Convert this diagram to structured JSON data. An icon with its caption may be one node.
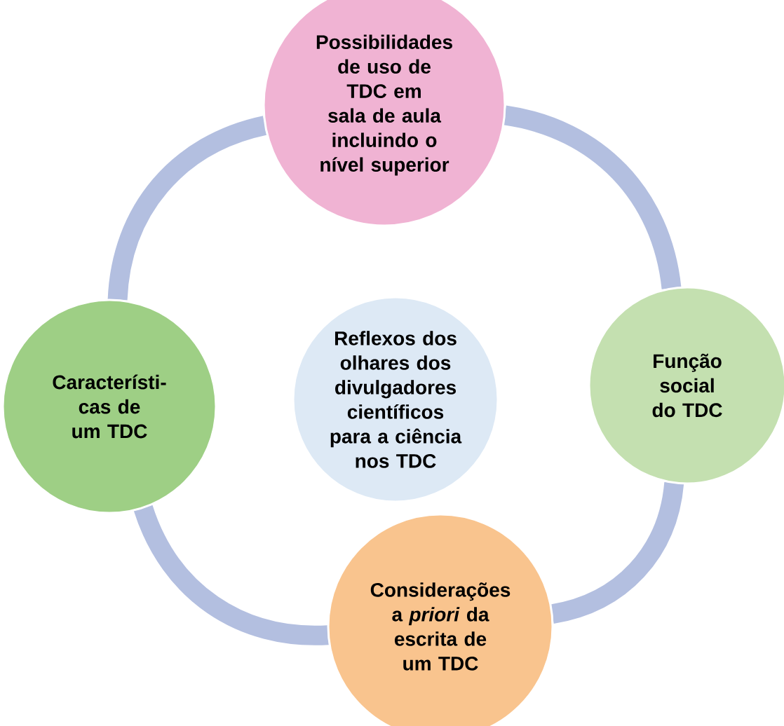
{
  "diagram": {
    "nodes": [
      {
        "text": [
          "Possibilidades de uso de TDC em sala de aula incluindo o nível superior"
        ]
      },
      {
        "text": [
          "Característi- cas de um TDC"
        ]
      },
      {
        "text": [
          "Reflexos dos olhares dos divulgadores científicos para a ciência nos TDC"
        ]
      },
      {
        "text": [
          "Função social do TDC"
        ]
      },
      {
        "text": [
          "Considerações a *priori* da escrita de um TDC"
        ]
      }
    ],
    "edges": [
      {
        "from": 0,
        "to": 3,
        "arrow": "none"
      },
      {
        "from": 3,
        "to": 4,
        "arrow": "none"
      },
      {
        "from": 4,
        "to": 1,
        "arrow": "none"
      },
      {
        "from": 1,
        "to": 0,
        "arrow": "none"
      }
    ]
  }
}
